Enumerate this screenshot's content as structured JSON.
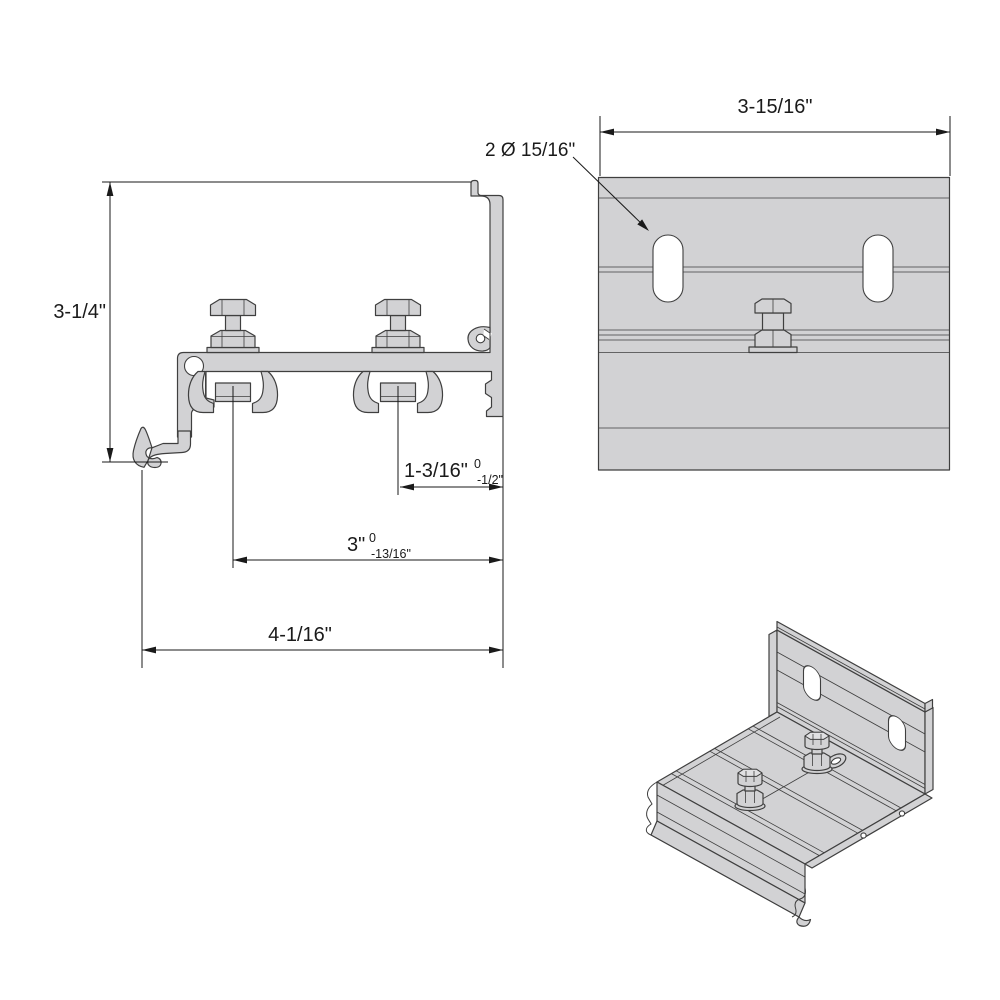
{
  "dims": {
    "height": "3-1/4\"",
    "edge_offset": {
      "value": "1-3/16\"",
      "tol_upper": "0",
      "tol_lower": "-1/2\""
    },
    "bolt_spacing": {
      "value": "3\"",
      "tol_upper": "0",
      "tol_lower": "-13/16\""
    },
    "overall_width": "4-1/16\"",
    "plate_width": "3-15/16\"",
    "slot_callout": "2 Ø 15/16\""
  },
  "colors": {
    "metal_fill": "#d2d2d4",
    "outline": "#3f3f3f",
    "dimension": "#1a1a1a",
    "background": "#ffffff"
  }
}
